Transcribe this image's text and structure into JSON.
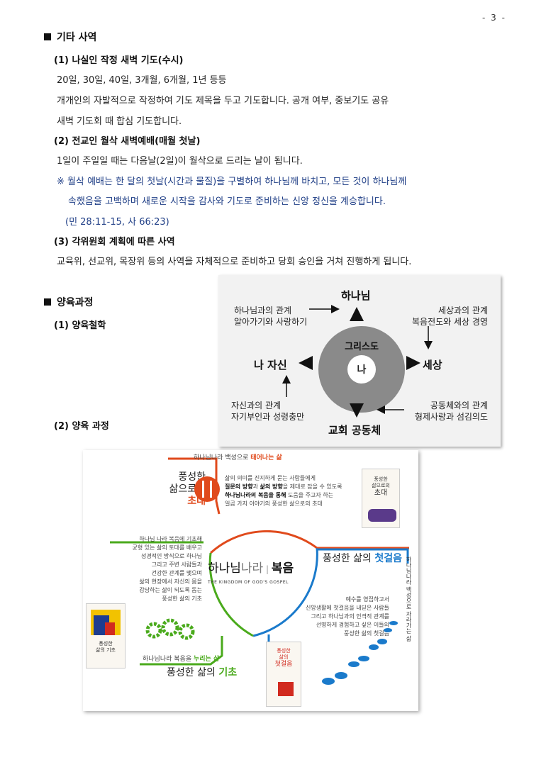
{
  "page_number": "- 3 -",
  "section1": {
    "title": "기타 사역",
    "item1": {
      "title": "(1) 나실인 작정 새벽 기도(수시)",
      "lines": [
        "20일, 30일, 40일, 3개월, 6개월, 1년 등등",
        "개개인의 자발적으로 작정하여 기도 제목을 두고 기도합니다. 공개 여부, 중보기도 공유",
        "새벽 기도회 때 합심 기도합니다."
      ]
    },
    "item2": {
      "title": "(2) 전교인 월삭 새벽예배(매월 첫날)",
      "line": "1일이 주일일 때는 다음날(2일)이 월삭으로 드리는 날이 됩니다.",
      "note_lines": [
        "※ 월삭 예배는 한 달의 첫날(시간과 물질)을 구별하여 하나님께 바치고, 모든 것이 하나님께",
        "속했음을 고백하며 새로운 시작을 감사와 기도로 준비하는 신앙 정신을 계승합니다.",
        "(민 28:11-15, 사 66:23)"
      ]
    },
    "item3": {
      "title": "(3) 각위원회 계획에 따른 사역",
      "line": "교육위, 선교위, 목장위 등의 사역을 자체적으로 준비하고 당회 승인을 거쳐 진행하게 됩니다."
    }
  },
  "section2": {
    "title": "양육과정",
    "sub1": "(1) 양육철학",
    "sub2": "(2) 양육 과정"
  },
  "diagram1": {
    "top": "하나님",
    "left": "나 자신",
    "right": "세상",
    "bottom": "교회 공동체",
    "center_outer": "그리스도",
    "center_inner": "나",
    "tl": [
      "하나님과의 관계",
      "알아가기와 사랑하기"
    ],
    "tr": [
      "세상과의 관계",
      "복음전도와 세상 경영"
    ],
    "bl": [
      "자신과의 관계",
      "자기부인과 성령충만"
    ],
    "br": [
      "공동체와의 관계",
      "형제사랑과 섬김의도"
    ]
  },
  "diagram2": {
    "center_a": "하나님",
    "center_b": "나라",
    "center_c": "복음",
    "center_sub": "THE KINGDOM OF GOD'S GOSPEL",
    "top_banner_a": "하나님나라 백성으로 ",
    "top_banner_b": "태어나는 삶",
    "invite_a": "풍성한",
    "invite_b": "삶으로의",
    "invite_c": "초대",
    "invite_desc": [
      [
        "",
        "삶의 의미를 진지하게 묻는 사람들에게",
        ""
      ],
      [
        "질문의 방향",
        "과 ",
        "삶의 방향",
        "을 제대로 잡을 수 있도록"
      ],
      [
        "하나님나라의 복음을 통해",
        " 도움을 주고자 하는"
      ],
      [
        "",
        "일곱 가지 이야기의 풍성한 삶으로의 초대",
        ""
      ]
    ],
    "first_a": "풍성한 삶의 ",
    "first_b": "첫걸음",
    "side_vertical": "하나님나라 백성으로 자라가는 삶",
    "first_desc": [
      "예수를 영접하고서",
      "신앙생활에 첫걸음을 내딛은 사람들",
      "그리고 하나님과의 인격적 관계를",
      "선명하게 경험하고 싶은 이들의",
      "풍성한 삶의 첫걸음"
    ],
    "found_desc": [
      "하나님 나라 복음에 기초해",
      "균형 있는 삶의 토대를 배우고",
      "성경적인 방식으로 하나님",
      "그리고 주변 사람들과",
      "건강한 관계를 맺으며",
      "삶의 현장에서 자신의 몸을",
      "감당하는 삶이 되도록 돕는",
      "풍성한 삶의 기초"
    ],
    "bottom_banner_a": "하나님나라 복음을 ",
    "bottom_banner_b": "누리는 삶",
    "found_a": "풍성한 삶의 ",
    "found_b": "기초",
    "book1": [
      "풍성한",
      "삶으로의",
      "초대"
    ],
    "book2": [
      "풍성한",
      "삶의 기초"
    ],
    "book3": [
      "풍성한",
      "삶의",
      "첫걸음"
    ]
  },
  "colors": {
    "red": "#e04a1c",
    "green": "#4aaa1c",
    "blue": "#1a7acb",
    "note": "#1f3e86"
  }
}
